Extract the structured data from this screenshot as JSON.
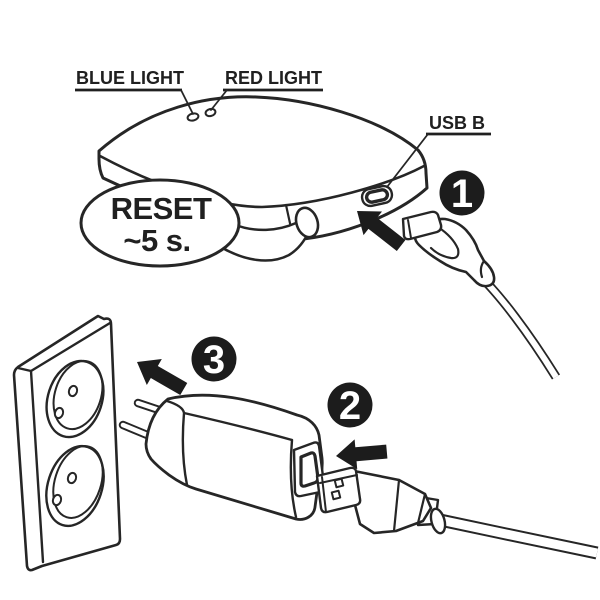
{
  "figure": {
    "background_color": "#ffffff",
    "line_color": "#262626",
    "badge_color": "#1c1c1c",
    "device_callouts": {
      "blue_light": "BLUE LIGHT",
      "red_light": "RED LIGHT",
      "usb_port": "USB B",
      "reset_bubble_line1": "RESET",
      "reset_bubble_line2": "~5 s."
    },
    "step_badges": [
      {
        "number": "1"
      },
      {
        "number": "2"
      },
      {
        "number": "3"
      }
    ]
  }
}
